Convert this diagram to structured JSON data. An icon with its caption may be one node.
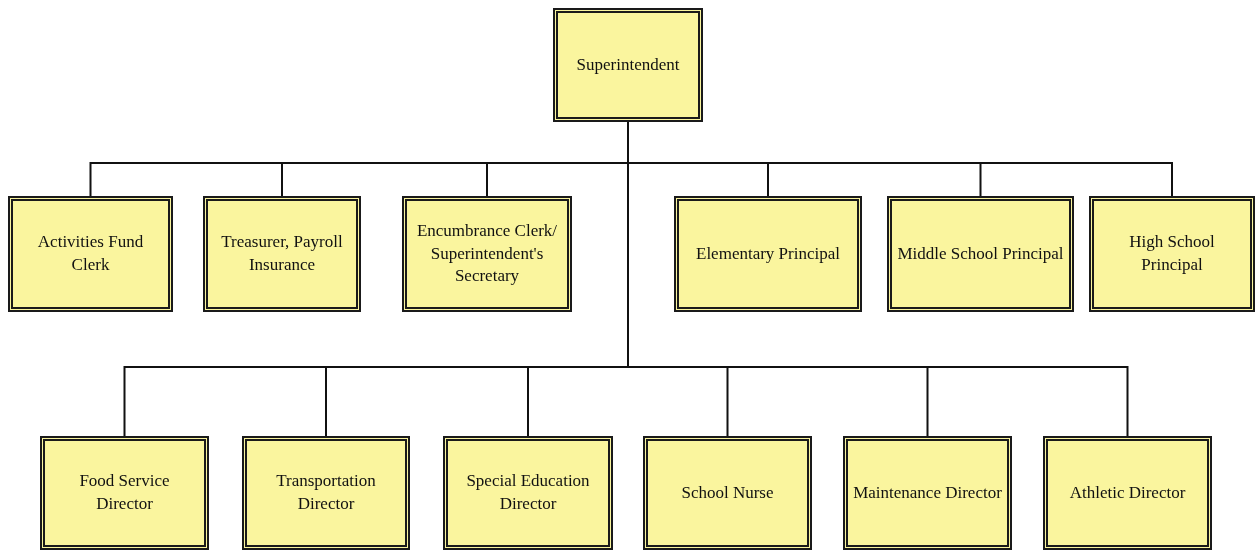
{
  "diagram": {
    "nodes": [
      {
        "text": [
          "Superintendent"
        ]
      },
      {
        "text": [
          "Activities Fund Clerk"
        ]
      },
      {
        "text": [
          "Treasurer, Payroll Insurance"
        ]
      },
      {
        "text": [
          "Encumbrance Clerk/ Superintendent's Secretary"
        ]
      },
      {
        "text": [
          "Elementary Principal"
        ]
      },
      {
        "text": [
          "Middle School Principal"
        ]
      },
      {
        "text": [
          "High School Principal"
        ]
      },
      {
        "text": [
          "Food Service Director"
        ]
      },
      {
        "text": [
          "Transportation Director"
        ]
      },
      {
        "text": [
          "Special Education Director"
        ]
      },
      {
        "text": [
          "School Nurse"
        ]
      },
      {
        "text": [
          "Maintenance Director"
        ]
      },
      {
        "text": [
          "Athletic Director"
        ]
      }
    ],
    "edges": [
      {
        "from": 0,
        "to": 1,
        "arrow": "none"
      },
      {
        "from": 0,
        "to": 2,
        "arrow": "none"
      },
      {
        "from": 0,
        "to": 3,
        "arrow": "none"
      },
      {
        "from": 0,
        "to": 4,
        "arrow": "none"
      },
      {
        "from": 0,
        "to": 5,
        "arrow": "none"
      },
      {
        "from": 0,
        "to": 6,
        "arrow": "none"
      },
      {
        "from": 0,
        "to": 7,
        "arrow": "none"
      },
      {
        "from": 0,
        "to": 8,
        "arrow": "none"
      },
      {
        "from": 0,
        "to": 9,
        "arrow": "none"
      },
      {
        "from": 0,
        "to": 10,
        "arrow": "none"
      },
      {
        "from": 0,
        "to": 11,
        "arrow": "none"
      },
      {
        "from": 0,
        "to": 12,
        "arrow": "none"
      }
    ]
  }
}
